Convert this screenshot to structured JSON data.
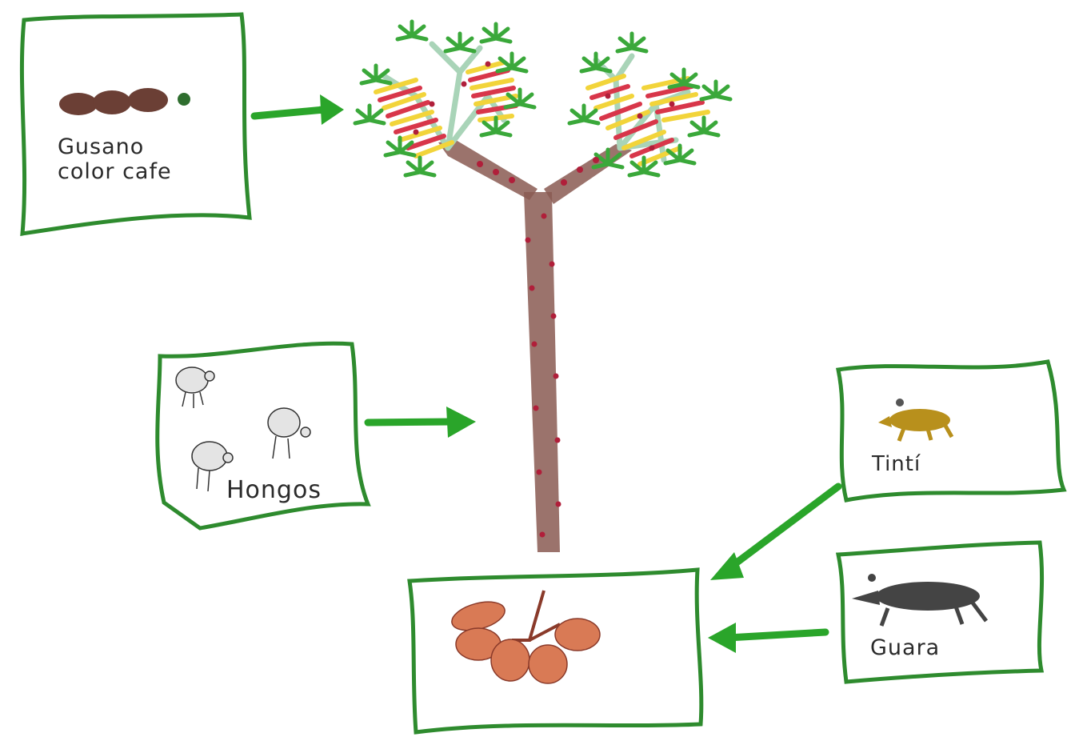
{
  "boxes": {
    "gusano": {
      "line1": "Gusano",
      "line2": "color cafe"
    },
    "hongos": {
      "label": "Hongos"
    },
    "tinti": {
      "label": "Tintí"
    },
    "guara": {
      "label": "Guara"
    }
  },
  "colors": {
    "frame": "#2e8b2e",
    "arrow": "#2aa52a",
    "trunk": "#8a5a52",
    "leaf": "#3aa83a",
    "flower_yellow": "#f2d43a",
    "flower_red": "#d8364a",
    "seed": "#b01f3a",
    "fruit": "#d97a55",
    "worm": "#6b3f35",
    "tinti": "#b8901c",
    "guara": "#444444",
    "fungus": "#e4e4e4"
  }
}
